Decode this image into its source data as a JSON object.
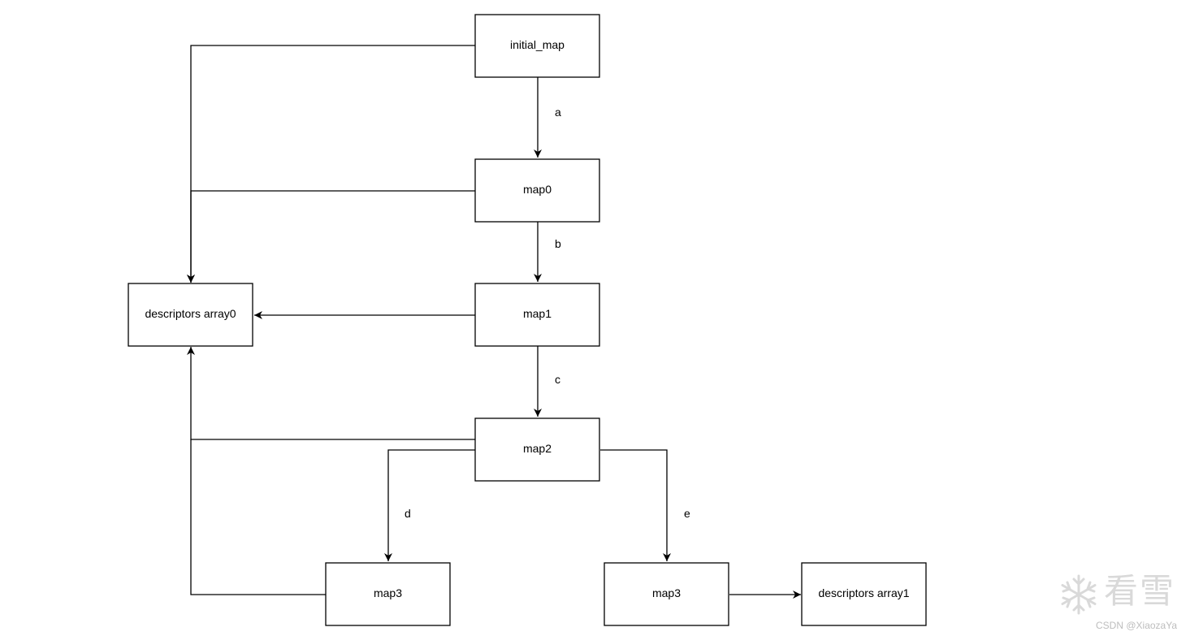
{
  "nodes": {
    "initial_map": "initial_map",
    "map0": "map0",
    "map1": "map1",
    "map2": "map2",
    "map3_left": "map3",
    "map3_right": "map3",
    "descriptors_array0": "descriptors array0",
    "descriptors_array1": "descriptors array1"
  },
  "edge_labels": {
    "a": "a",
    "b": "b",
    "c": "c",
    "d": "d",
    "e": "e"
  },
  "watermark": {
    "logo_text": "看雪",
    "credit": "CSDN @XiaozaYa"
  }
}
